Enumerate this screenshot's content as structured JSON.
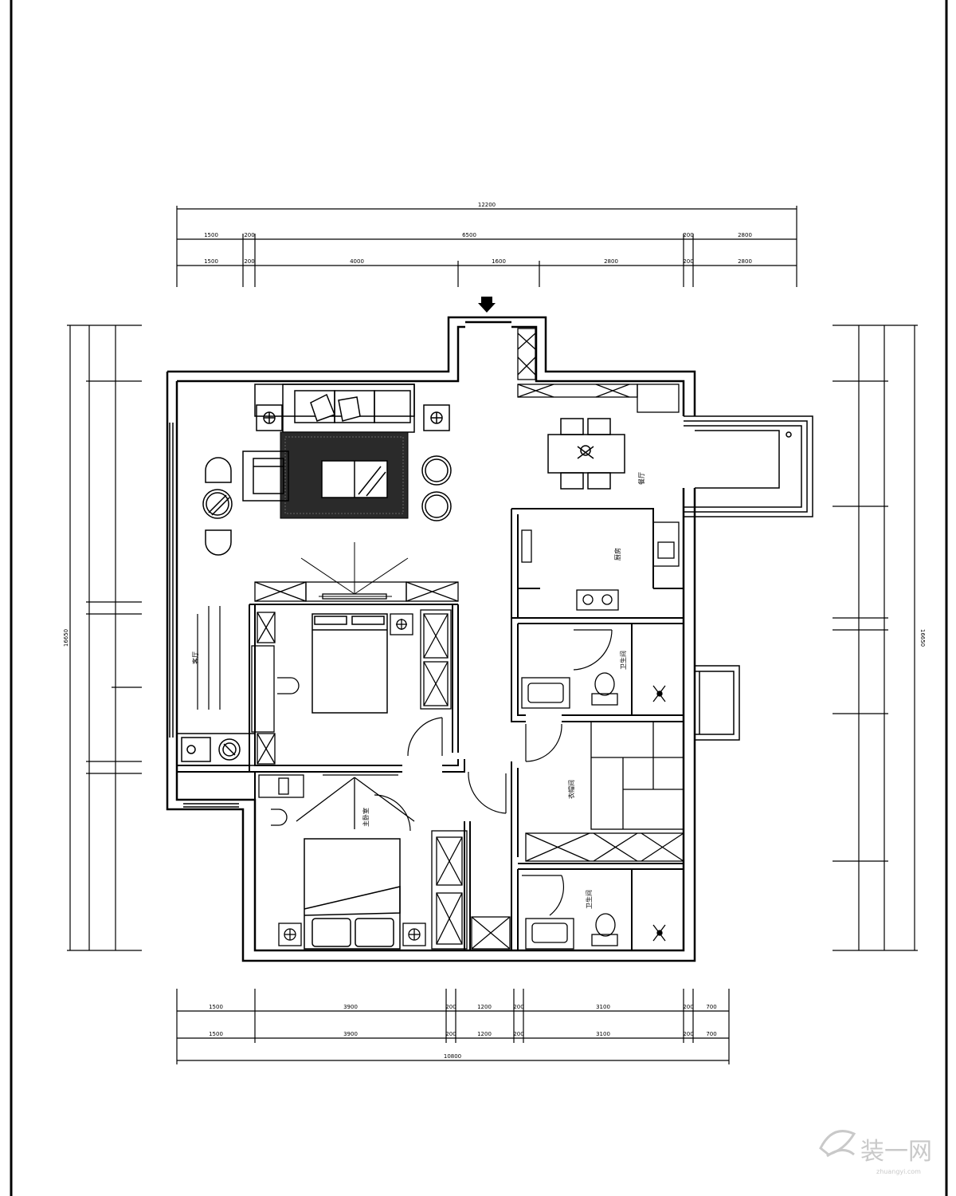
{
  "colors": {
    "line": "#000000",
    "paper": "#ffffff",
    "rug": "#2a2a2a",
    "watermark": "#c9c9c9"
  },
  "dimensions": {
    "top_total": "12200",
    "top_row1": [
      "1500",
      "200",
      "6500",
      "200",
      "2800"
    ],
    "top_row2": [
      "1500",
      "200",
      "4000",
      "1600",
      "2800",
      "200",
      "2800"
    ],
    "bottom_total": "10800",
    "bottom_row1": [
      "1500",
      "3900",
      "200",
      "1200",
      "200",
      "3100",
      "200",
      "700"
    ],
    "bottom_row2": [
      "1500",
      "3900",
      "200",
      "1200",
      "200",
      "3100",
      "200",
      "700"
    ],
    "left_total": "16650",
    "right_total": "16650"
  },
  "rooms": {
    "living_label": "客厅",
    "dining_label": "餐厅",
    "kitchen_label": "厨房",
    "bedroom_label": "主卧室",
    "bath_label": "卫生间",
    "bath2_label": "卫生间",
    "study_label": "衣帽间"
  },
  "watermark": {
    "logo_text": "装一网",
    "url_text": "zhuangyi.com"
  }
}
